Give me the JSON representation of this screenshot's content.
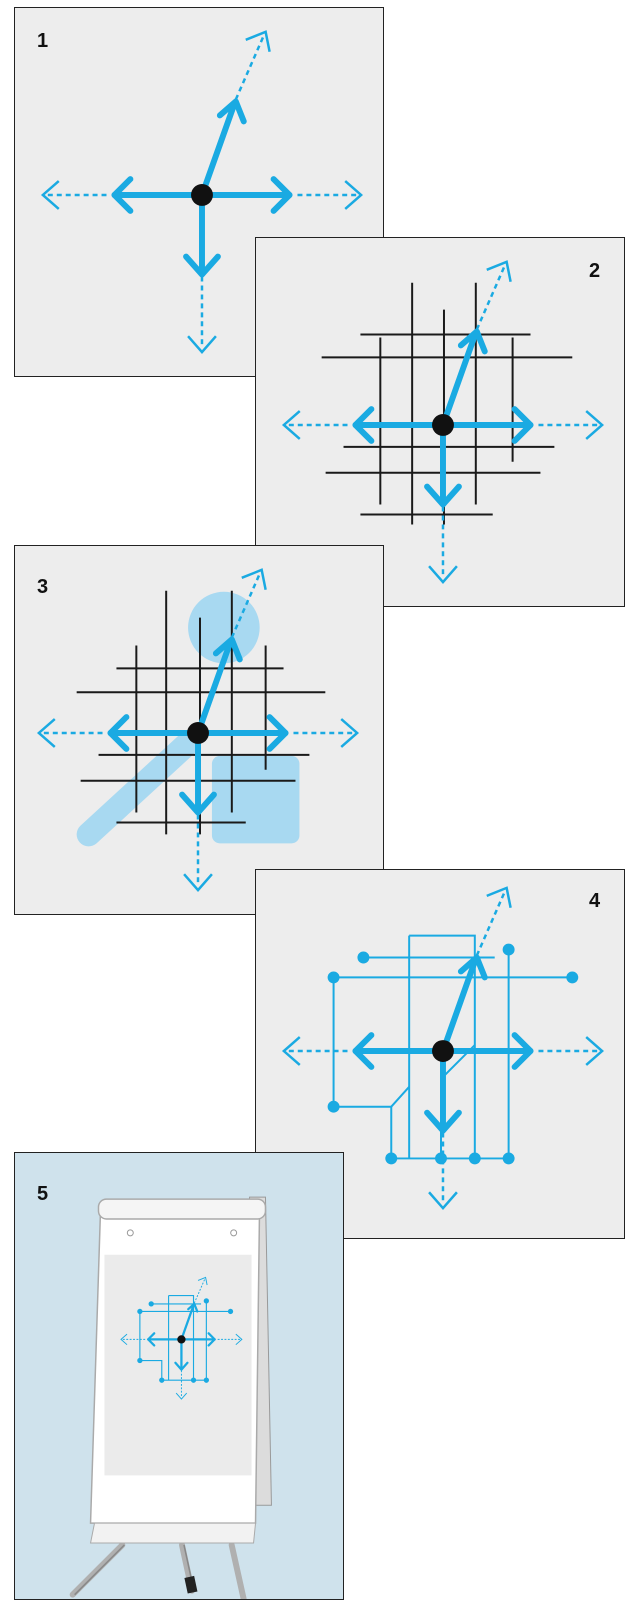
{
  "panels": [
    {
      "id": "p1",
      "number": "1"
    },
    {
      "id": "p2",
      "number": "2"
    },
    {
      "id": "p3",
      "number": "3"
    },
    {
      "id": "p4",
      "number": "4"
    },
    {
      "id": "p5",
      "number": "5"
    }
  ],
  "colors": {
    "accent": "#1aaae2",
    "accent_light": "#a8d9f1",
    "grid": "#1a1a1a",
    "panel_bg": "#ededed",
    "scene_bg": "#cfe2ec",
    "dot": "#111111"
  }
}
